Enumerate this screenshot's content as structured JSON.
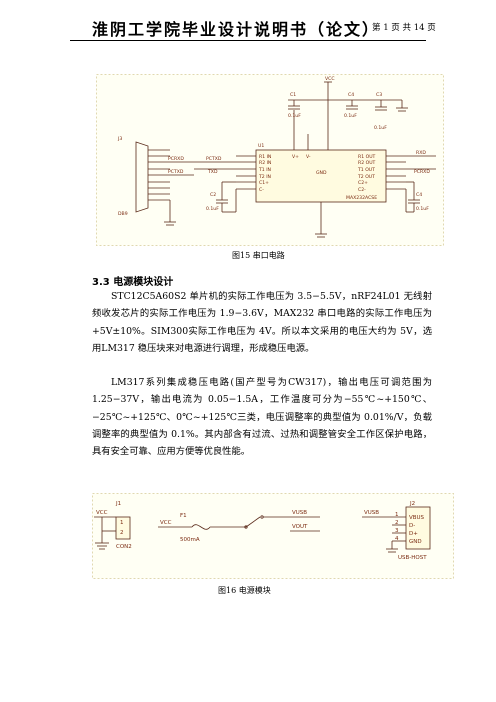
{
  "header": {
    "title": "淮阴工学院毕业设计说明书（论文）",
    "page": "第 1 页   共 14 页"
  },
  "figure15": {
    "caption": "图15  串口电路",
    "vcc": "VCC",
    "u1": "U1",
    "chip": "MAX232ACSE",
    "j3": "J3",
    "db9": "DB9",
    "c1": "C1",
    "c1v": "0.1uF",
    "c4": "C4",
    "c4v": "0.1uF",
    "c3": "C3",
    "c3v": "0.1uF",
    "c2": "C2",
    "c2v": "0.1uF",
    "c4b": "C4",
    "c4bv": "0.1uF",
    "pctxd": "PCTXD",
    "pcrxd": "PCRXD",
    "txd": "TXD",
    "rxd": "RXD",
    "left_pins": [
      "R1 IN",
      "R2 IN",
      "T1 IN",
      "T2 IN",
      "C1+",
      "C-"
    ],
    "right_pins": [
      "R1 OUT",
      "R2 OUT",
      "T1 OUT",
      "T2 OUT",
      "C2+",
      "C2-"
    ],
    "gnd": "GND",
    "vplus": "V+",
    "vminus": "V-"
  },
  "section": {
    "title": "3.3   电源模块设计",
    "p1": "STC12C5A60S2 单片机的实际工作电压为 3.5−5.5V，nRF24L01 无线射频收发芯片的实际工作电压为  1.9−3.6V，MAX232  串口电路的实际工作电压为+5V±10%。SIM300实际工作电压为 4V。所以本文采用的电压大约为 5V，选用LM317 稳压块来对电源进行调理，形成稳压电源。",
    "p2": "LM317系列集成稳压电路(国产型号为CW317)，输出电压可调范围为 1.25−37V，输出电流为  0.05−1.5A，工作温度可分为−55℃~+150℃、−25℃~+125℃、0℃~+125℃三类，电压调整率的典型值为 0.01%/V，负载调整率的典型值为 0.1%。其内部含有过流、过热和调整管安全工作区保护电路，具有安全可靠、应用方便等优良性能。"
  },
  "figure16": {
    "caption": "图16  电源模块",
    "j1": "J1",
    "vcc1": "VCC",
    "pin1": "1",
    "pin2": "2",
    "con2": "CON2",
    "f1": "F1",
    "vcc2": "VCC",
    "fuse": "500mA",
    "vusb1": "VUSB",
    "vout": "VOUT",
    "j2": "J2",
    "vusb2": "VUSB",
    "usb_pins": [
      "VBUS",
      "D-",
      "D+",
      "GND"
    ],
    "usb_nums": [
      "1",
      "2",
      "3",
      "4"
    ],
    "usbhost": "USB-HOST"
  }
}
